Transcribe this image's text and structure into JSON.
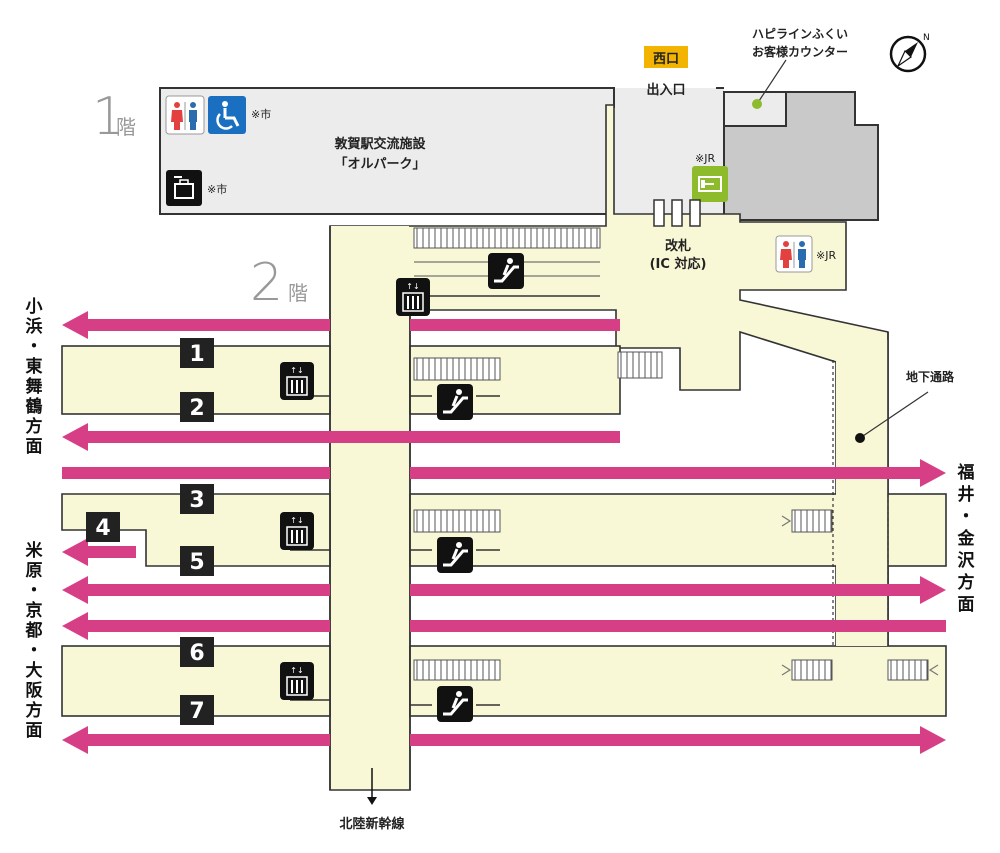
{
  "floors": {
    "f1_num": "1",
    "f1_suffix": "階",
    "f2_num": "2",
    "f2_suffix": "階"
  },
  "exit": {
    "badge": "西口",
    "label": "出入口"
  },
  "counter": {
    "line1": "ハピラインふくい",
    "line2": "お客様カウンター"
  },
  "facility": {
    "line1": "敦賀駅交流施設",
    "line2": "「オルパーク」"
  },
  "notes": {
    "city": "※市",
    "jr": "※JR"
  },
  "gate": {
    "line1": "改札",
    "line2": "(IC 対応)"
  },
  "underpass": "地下通路",
  "shinkansen": "北陸新幹線",
  "directions": {
    "obama": [
      "小",
      "浜",
      "・",
      "東",
      "舞",
      "鶴",
      "方",
      "面"
    ],
    "maibara": [
      "米",
      "原",
      "・",
      "京",
      "都",
      "・",
      "大",
      "阪",
      "方",
      "面"
    ],
    "fukui": [
      "福",
      "井",
      "・",
      "金",
      "沢",
      "方",
      "面"
    ]
  },
  "platforms": [
    "1",
    "2",
    "3",
    "4",
    "5",
    "6",
    "7"
  ],
  "colors": {
    "arrow": "#d63f86",
    "platform": "#f8f7d6",
    "building": "#ececec",
    "counter_room": "#c9c9c9",
    "exit_badge": "#f2b400",
    "ticket_green": "#8dbb2b",
    "accessible_blue": "#1a6fc1",
    "toilet_red": "#e2413f",
    "toilet_blue": "#2b6cb0"
  },
  "icons": [
    "toilet-icon",
    "accessible-toilet-icon",
    "coin-locker-icon",
    "ticket-machine-icon",
    "elevator-icon",
    "escalator-icon",
    "compass-icon"
  ]
}
